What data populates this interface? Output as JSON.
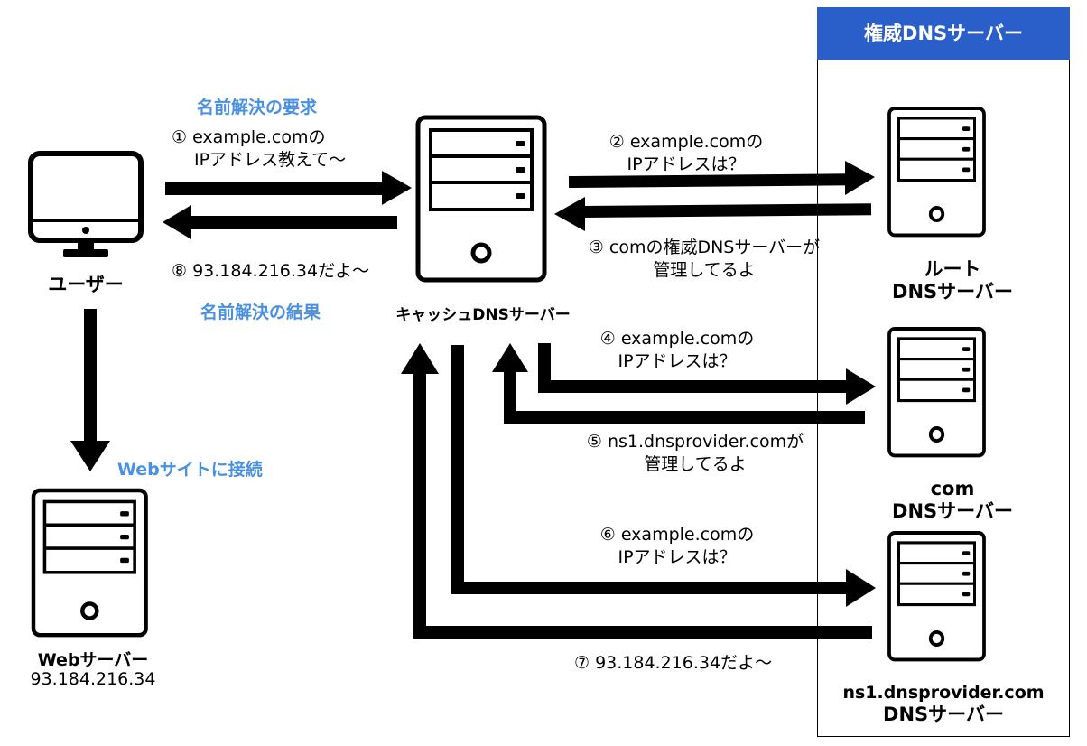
{
  "authoritative": {
    "header": "権威DNSサーバー"
  },
  "user": {
    "label": "ユーザー"
  },
  "cache_server": {
    "label": "キャッシュDNSサーバー"
  },
  "web_server": {
    "title": "Webサーバー",
    "ip": "93.184.216.34"
  },
  "root_server": {
    "line1": "ルート",
    "line2": "DNSサーバー"
  },
  "com_server": {
    "line1": "com",
    "line2": "DNSサーバー"
  },
  "ns1_server": {
    "line1": "ns1.dnsprovider.com",
    "line2": "DNSサーバー"
  },
  "labels": {
    "request_title": "名前解決の要求",
    "step1_line1": "① example.comの",
    "step1_line2": "IPアドレス教えて〜",
    "step8": "⑧ 93.184.216.34だよ〜",
    "result_title": "名前解決の結果",
    "step2_line1": "② example.comの",
    "step2_line2": "IPアドレスは？",
    "step3_line1": "③ comの権威DNSサーバーが",
    "step3_line2": "管理してるよ",
    "step4_line1": "④ example.comの",
    "step4_line2": "IPアドレスは？",
    "step5_line1": "⑤ ns1.dnsprovider.comが",
    "step5_line2": "管理してるよ",
    "step6_line1": "⑥ example.comの",
    "step6_line2": "IPアドレスは？",
    "step7": "⑦ 93.184.216.34だよ〜",
    "web_connect": "Webサイトに接続"
  }
}
